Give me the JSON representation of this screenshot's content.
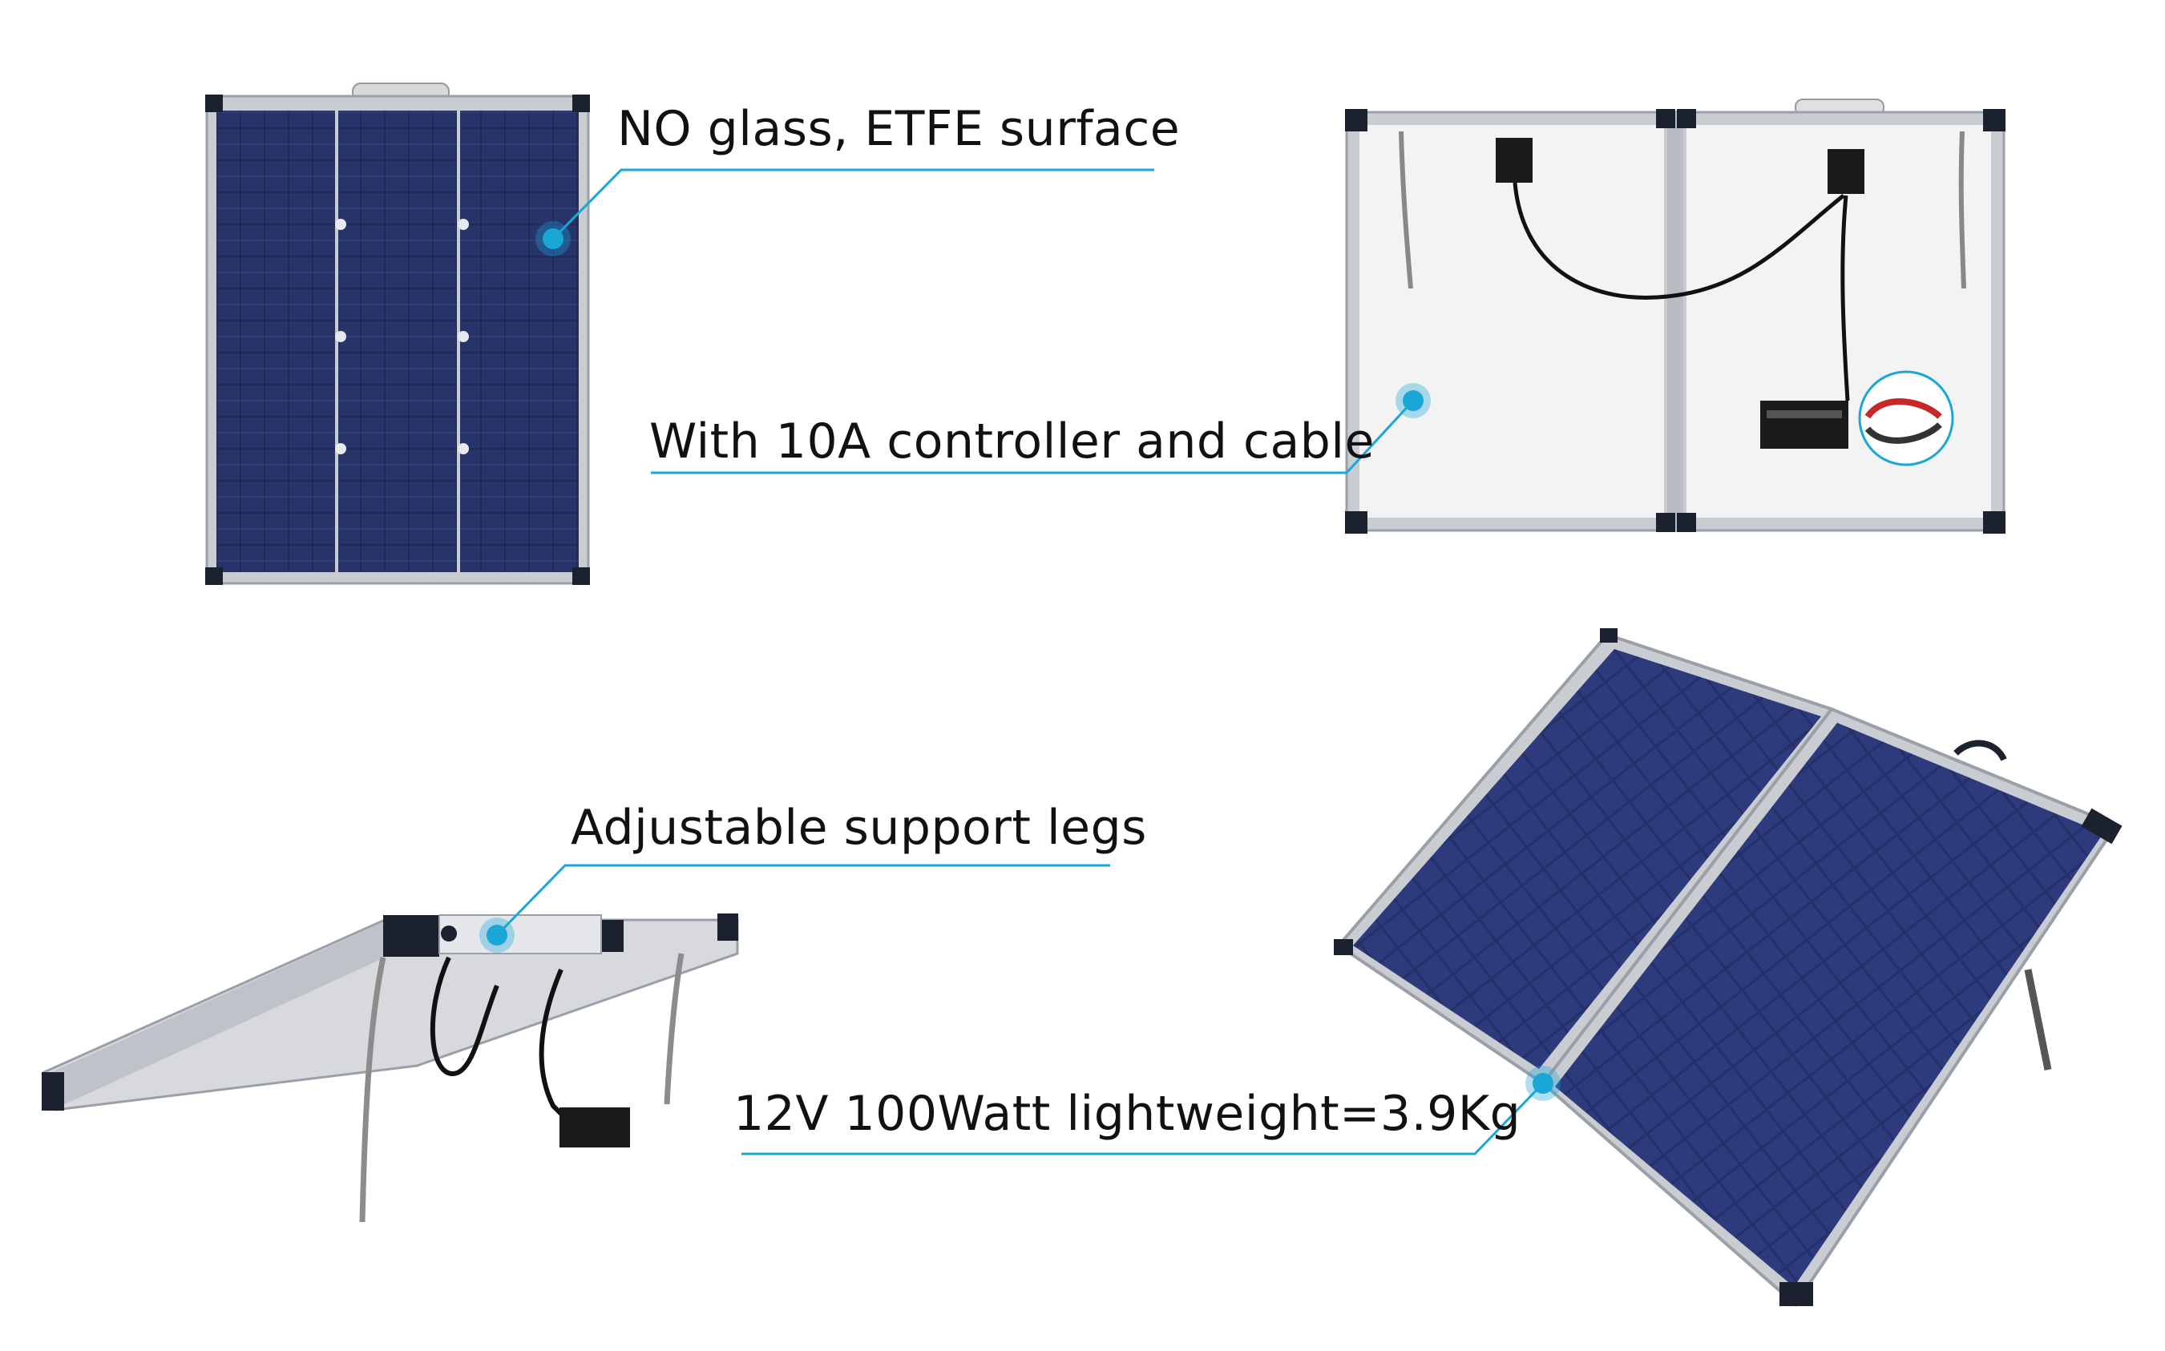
{
  "captions": {
    "surface": "NO glass, ETFE surface",
    "controller": "With 10A controller and cable",
    "legs": "Adjustable support legs",
    "specs": "12V 100Watt lightweight=3.9Kg"
  },
  "colors": {
    "callout": "#1aa7d6",
    "panel_cell": "#1f2a55",
    "frame": "#c9ccd1",
    "corner": "#1c2130",
    "backsheet": "#f3f3f3"
  }
}
